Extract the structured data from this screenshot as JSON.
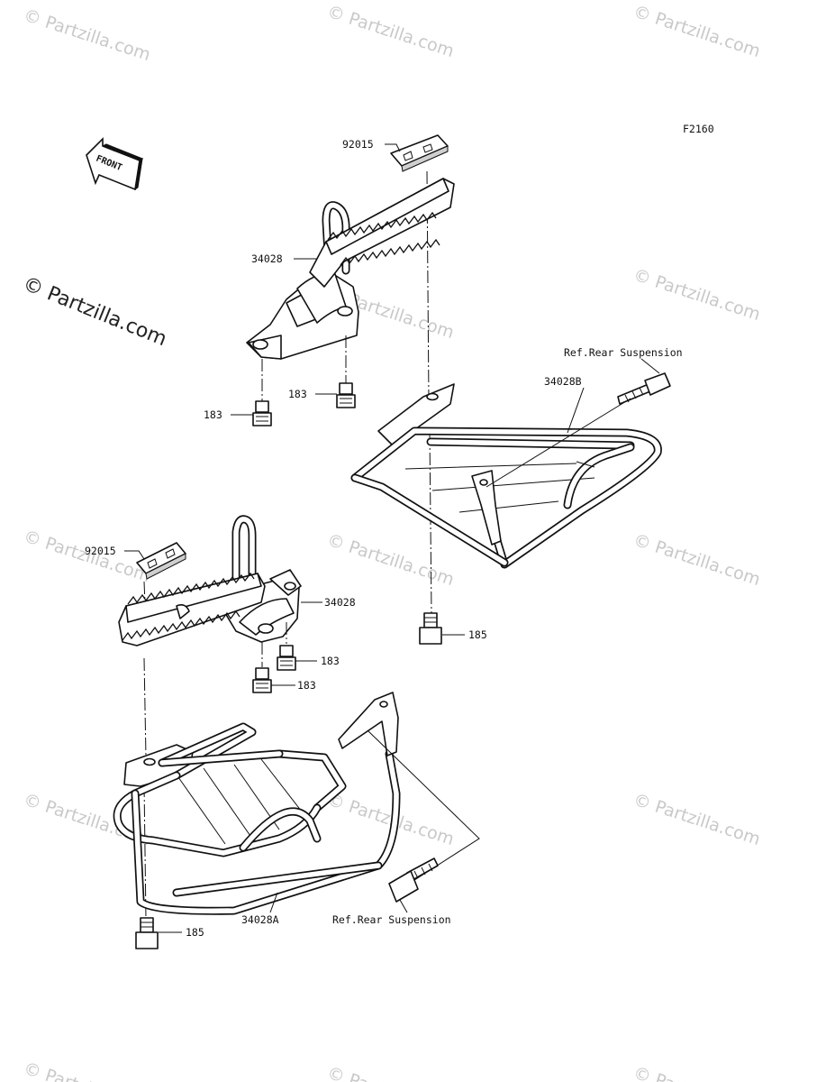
{
  "diagram_code": "F2160",
  "front_label": "FRONT",
  "watermark": "© Partzilla.com",
  "parts": {
    "pad_upper": "92015",
    "peg_upper": "34028",
    "nut_upper_left": "183",
    "nut_upper_right": "183",
    "guard_right": "34028B",
    "ref_upper": "Ref.Rear Suspension",
    "pad_lower": "92015",
    "peg_lower": "34028",
    "nut_lower_a": "183",
    "nut_lower_b": "183",
    "bolt_right": "185",
    "guard_left": "34028A",
    "bolt_left": "185",
    "ref_lower": "Ref.Rear Suspension"
  }
}
